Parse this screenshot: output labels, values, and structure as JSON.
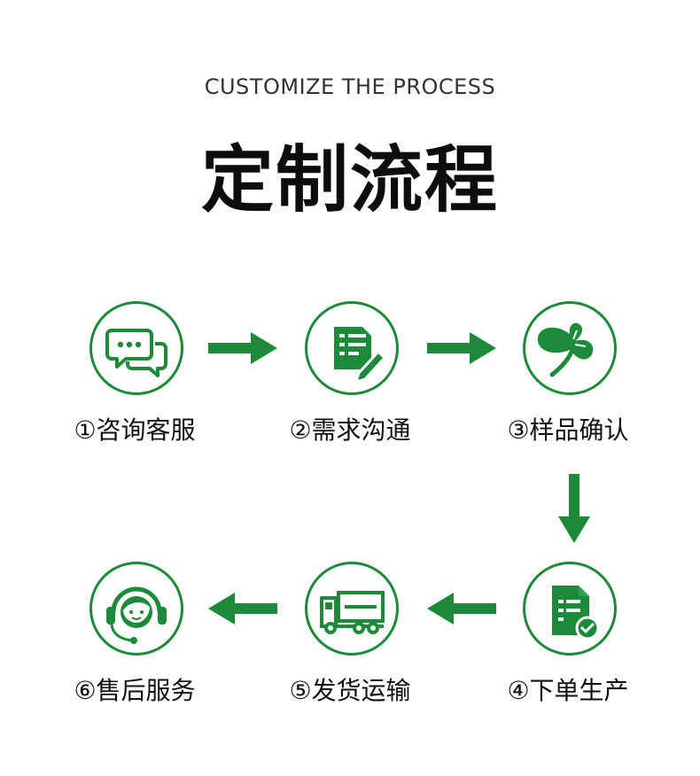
{
  "header": {
    "subtitle": "CUSTOMIZE THE PROCESS",
    "title": "定制流程"
  },
  "colors": {
    "accent": "#1d8a3a"
  },
  "steps": [
    {
      "label": "①咨询客服",
      "icon": "chat-bubbles-icon"
    },
    {
      "label": "②需求沟通",
      "icon": "document-pen-icon"
    },
    {
      "label": "③样品确认",
      "icon": "clover-leaf-icon"
    },
    {
      "label": "④下单生产",
      "icon": "document-check-icon"
    },
    {
      "label": "⑤发货运输",
      "icon": "truck-icon"
    },
    {
      "label": "⑥售后服务",
      "icon": "headset-agent-icon"
    }
  ]
}
